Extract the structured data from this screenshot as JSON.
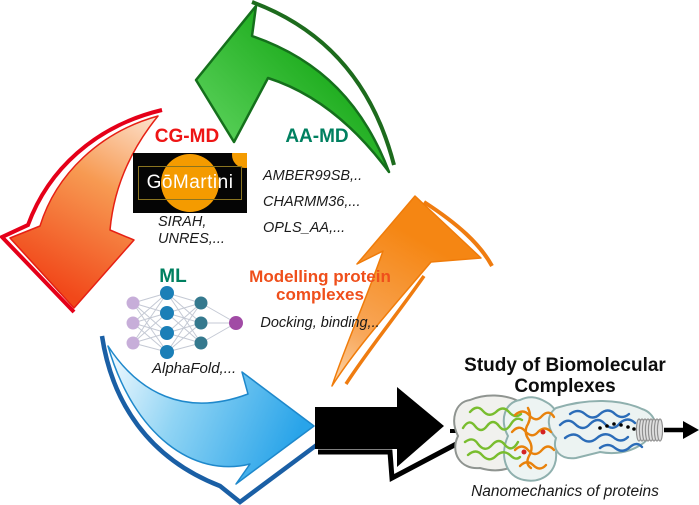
{
  "diagram": {
    "title_hint": "Cycle of computational methods for studying biomolecular complexes",
    "cycle": {
      "cg_md": {
        "label": "CG-MD",
        "logo_text": "GōMartini",
        "methods": [
          "SIRAH,",
          "UNRES,..."
        ]
      },
      "aa_md": {
        "label": "AA-MD",
        "methods": [
          "AMBER99SB,..",
          "CHARMM36,...",
          "OPLS_AA,..."
        ]
      },
      "ml": {
        "label": "ML",
        "methods": [
          "AlphaFold,..."
        ]
      },
      "modelling": {
        "label_line1": "Modelling protein",
        "label_line2": "complexes",
        "methods": [
          "Docking, binding,.."
        ]
      }
    },
    "outcome": {
      "title_line1": "Study of Biomolecular",
      "title_line2": "Complexes",
      "caption": "Nanomechanics of proteins"
    },
    "icons": [
      "green-cycle-arrow",
      "red-cycle-arrow",
      "orange-cycle-arrow",
      "blue-cycle-arrow",
      "black-transition-arrow",
      "neural-network-icon",
      "protein-complex-illustration",
      "spring-icon",
      "pulling-arrow-icon"
    ],
    "colors": {
      "cg_md_label": "#ee1515",
      "aa_md_label": "#008060",
      "ml_label": "#008060",
      "modelling_label": "#ef4f1b",
      "green_arrow": "#2cb52c",
      "red_arrow_outline": "#e30613",
      "red_arrow_fill": "#f1481a",
      "orange_arrow": "#f58613",
      "blue_arrow": "#29a4e9",
      "blue_arrow_outline": "#1a5fa5",
      "black_arrow": "#000000",
      "logo_background": "#000000",
      "logo_ball": "#f49b00"
    }
  }
}
